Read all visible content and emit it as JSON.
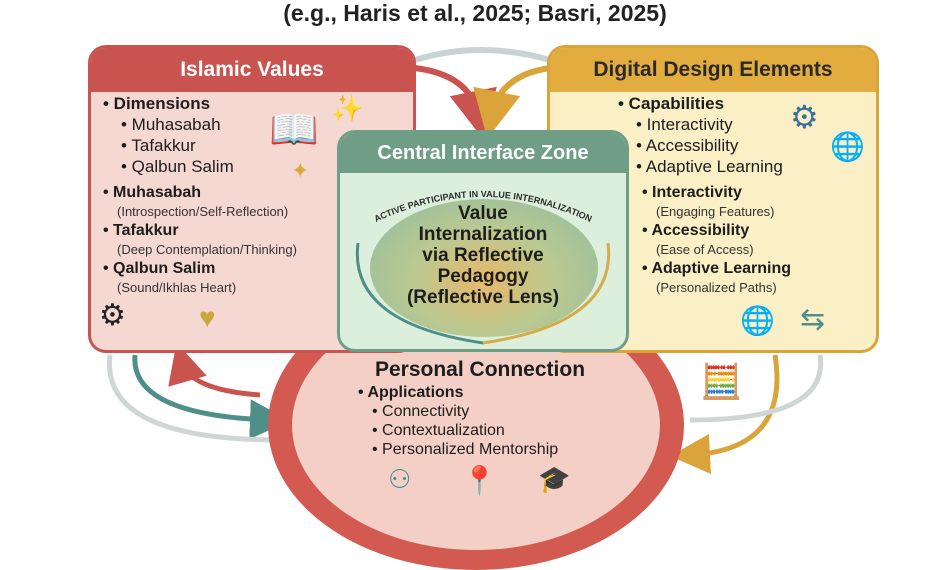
{
  "title": "(e.g., Haris et al., 2025; Basri, 2025)",
  "islamic": {
    "header": "Islamic Values",
    "dimensions": "• Dimensions",
    "d1": "• Muhasabah",
    "d2": "• Tafakkur",
    "d3": "• Qalbun Salim",
    "m": "• Muhasabah",
    "m_sub": "(Introspection/Self-Reflection)",
    "t": "• Tafakkur",
    "t_sub": "(Deep Contemplation/Thinking)",
    "q": "• Qalbun Salim",
    "q_sub": "(Sound/Ikhlas Heart)"
  },
  "digital": {
    "header": "Digital Design Elements",
    "capabilities": "• Capabilities",
    "c1": "• Interactivity",
    "c2": "• Accessibility",
    "c3": "• Adaptive Learning",
    "i": "• Interactivity",
    "i_sub": "(Engaging Features)",
    "a": "• Accessibility",
    "a_sub": "(Ease of Access)",
    "al": "• Adaptive Learning",
    "al_sub": "(Personalized Paths)"
  },
  "central": {
    "header": "Central Interface Zone",
    "arc": "ACTIVE PARTICIPANT IN VALUE INTERNALIZATION",
    "l1": "Value",
    "l2": "Internalization",
    "l3": "via Reflective",
    "l4": "Pedagogy",
    "l5": "(Reflective Lens)"
  },
  "personal": {
    "header": "Personal Connection",
    "applications": "• Applications",
    "p1": "• Connectivity",
    "p2": "• Contextualization",
    "p3": "• Personalized Mentorship"
  }
}
